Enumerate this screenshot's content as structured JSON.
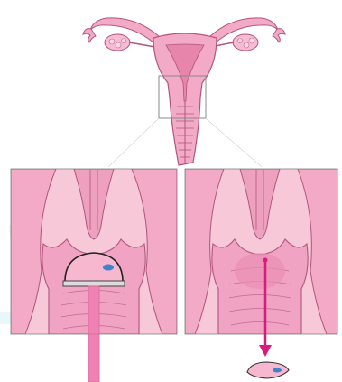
{
  "figure": {
    "top_view": "uterus-with-tubes-and-ovaries",
    "left_panel": "diaphragm-cup-inserted-with-applicator",
    "right_panel": "cup-released-and-removed",
    "colors": {
      "tissue": "#f3aac6",
      "tissue_dark": "#d86a95",
      "outline": "#b2557e",
      "panel_bg": "#f6c8d8",
      "panel_frame": "#999999",
      "inset_box": "#888888",
      "ovary": "#f7bcd2",
      "arrow": "#d81b7f",
      "device_rim": "#222222",
      "device_blue": "#3f83c9",
      "watermark": "#c9eef2"
    }
  }
}
